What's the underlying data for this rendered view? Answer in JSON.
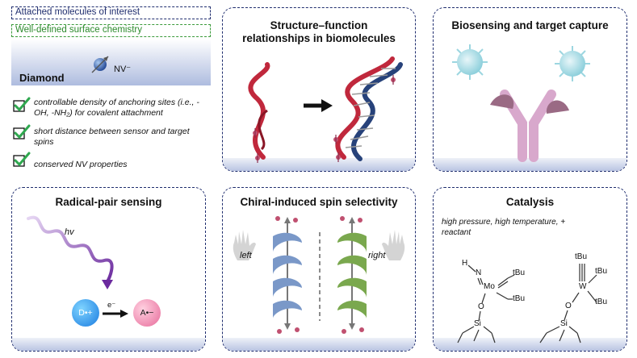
{
  "intro": {
    "label_molecules": "Attached molecules of interest",
    "label_surface": "Well-defined surface chemistry",
    "diamond_label": "Diamond",
    "nv_label": "NV⁻",
    "checks": [
      "controllable density of anchoring sites (i.e., -OH, -NH₂) for covalent attachment",
      "short distance between sensor and target spins",
      "conserved NV properties"
    ],
    "colors": {
      "molecules_box": "#1f2d6e",
      "surface_box": "#3a9a3a",
      "diamond_top": "#ffffff",
      "diamond_bottom": "#aebcdf",
      "check": "#2fa84f"
    }
  },
  "panels": {
    "structure": {
      "title": "Structure–function relationships in biomolecules"
    },
    "biosensing": {
      "title": "Biosensing and target capture"
    },
    "radical": {
      "title": "Radical-pair sensing",
      "hv": "hv",
      "donor": "D•+",
      "acceptor": "A•−",
      "electron": "e⁻"
    },
    "chiral": {
      "title": "Chiral-induced spin selectivity",
      "left": "left",
      "right": "right"
    },
    "catalysis": {
      "title": "Catalysis",
      "conditions": "high pressure, high temperature, + reactant",
      "mo_labels": {
        "h": "H",
        "n": "N",
        "mo": "Mo",
        "tbu1": "tBu",
        "tbu2": "tBu",
        "o": "O",
        "si": "Si"
      },
      "w_labels": {
        "tbu1": "tBu",
        "w": "W",
        "tbu2": "tBu",
        "tbu3": "tBu",
        "o": "O",
        "si": "Si"
      }
    }
  }
}
